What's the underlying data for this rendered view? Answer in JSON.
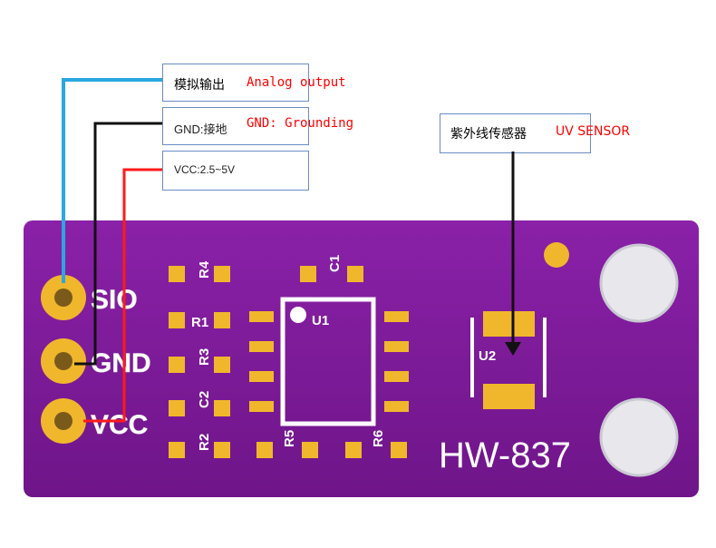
{
  "callouts": {
    "analog_cn": "模拟输出",
    "analog_en": "Analog output",
    "gnd_cn": "GND:接地",
    "gnd_en": "GND: Grounding",
    "vcc": "VCC:2.5~5V",
    "sensor_cn": "紫外线传感器",
    "sensor_en": "UV SENSOR"
  },
  "board": {
    "model": "HW-837",
    "pins": [
      "SIO",
      "GND",
      "VCC"
    ],
    "ic_label": "U1",
    "sensor_label": "U2",
    "components": [
      "R4",
      "C1",
      "R1",
      "R3",
      "C2",
      "R2",
      "R5",
      "R6"
    ],
    "colors": {
      "pcb": "#7c1a98",
      "pad": "#f0b72c",
      "wire_analog": "#2aa7e0",
      "wire_gnd": "#111111",
      "wire_vcc": "#ff1a1a"
    }
  }
}
